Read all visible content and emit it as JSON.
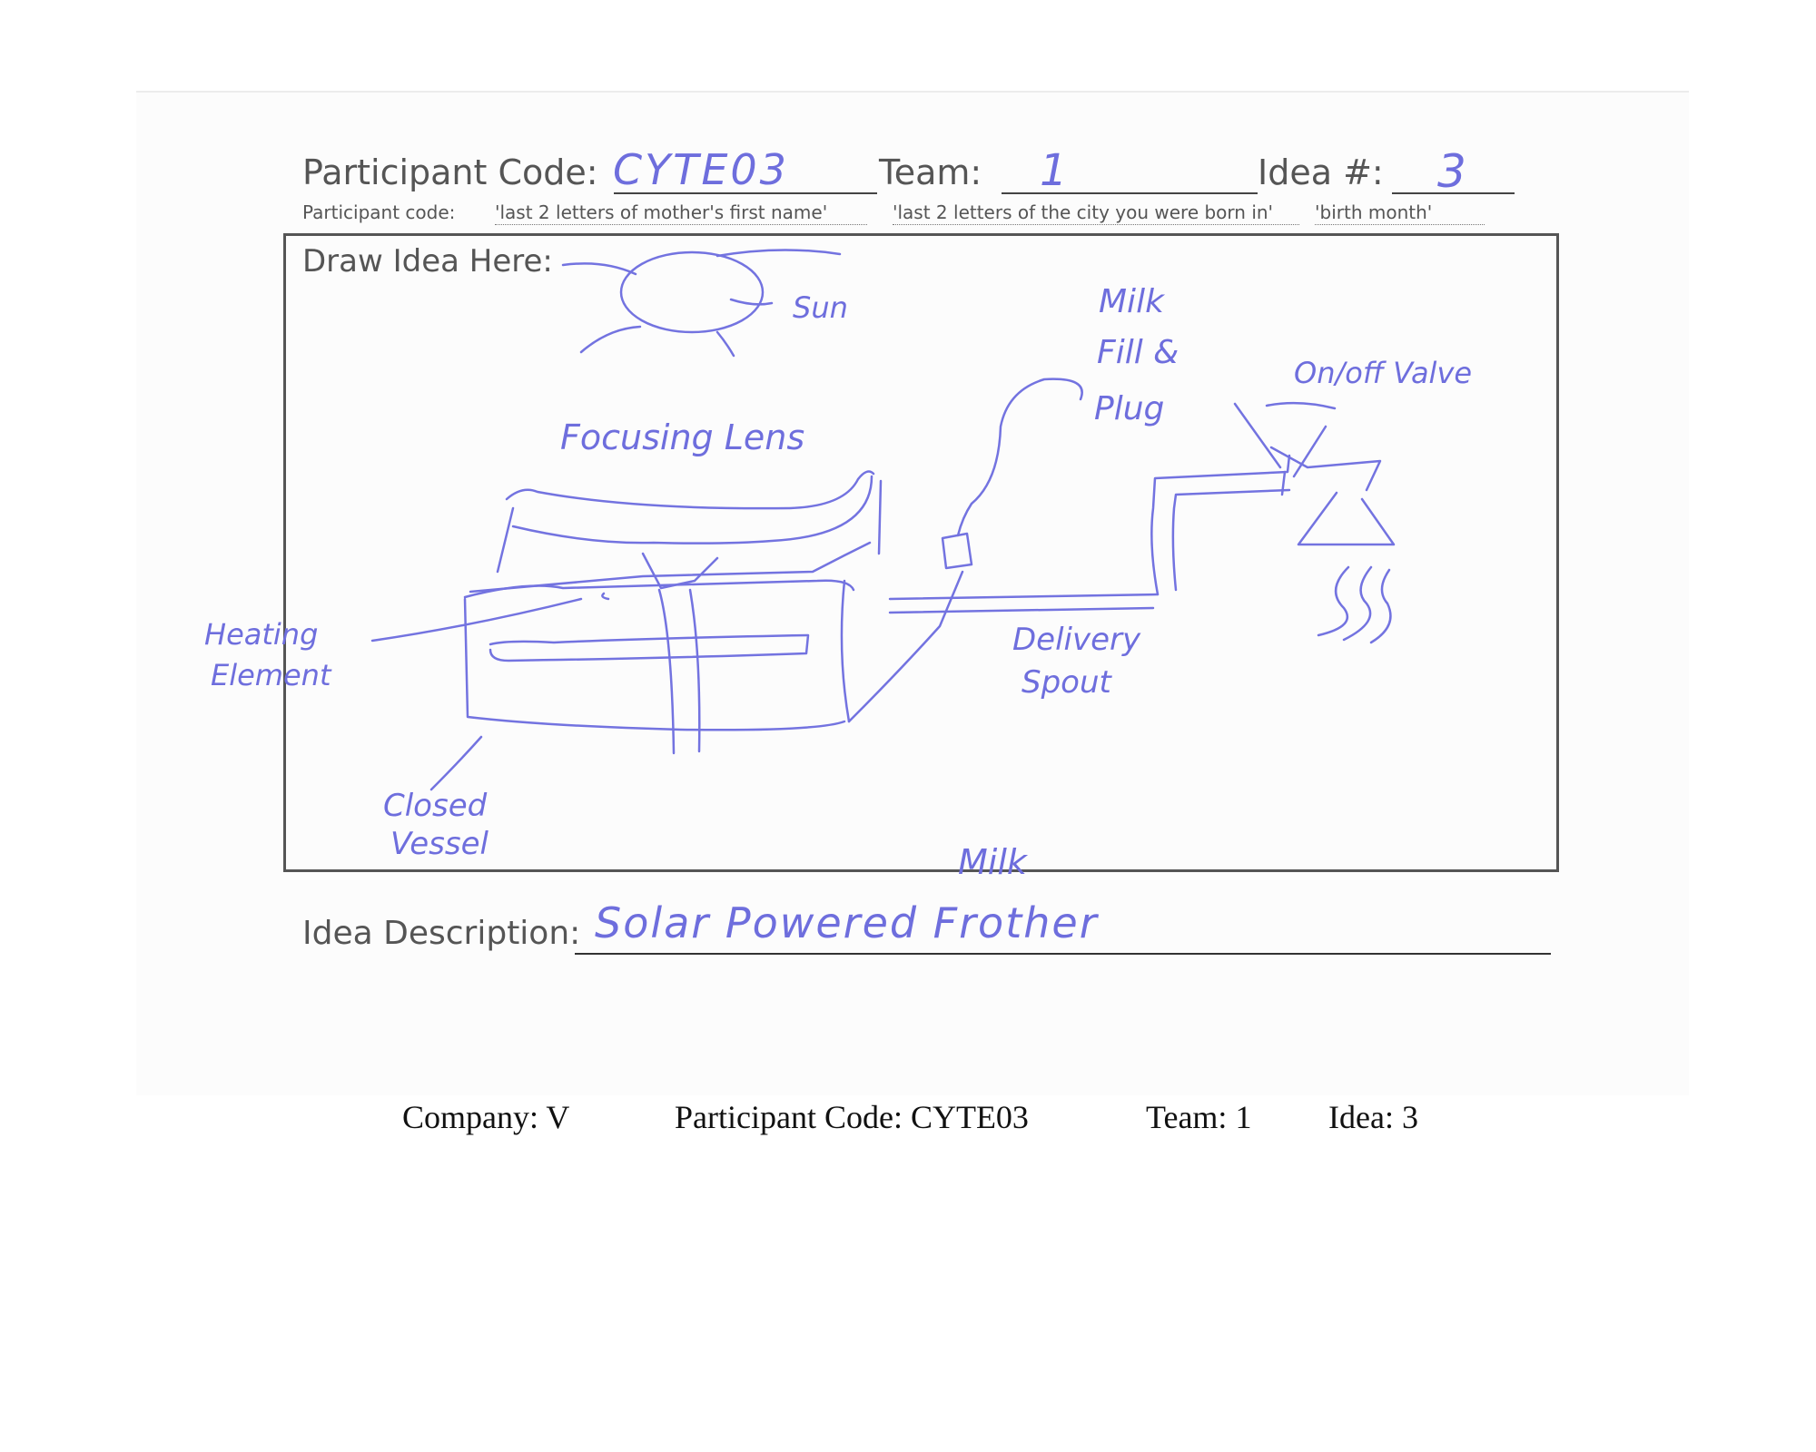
{
  "form": {
    "participant_code_label": "Participant Code:",
    "participant_code_value": "CYTE03",
    "team_label": "Team:",
    "team_value": "1",
    "idea_label": "Idea #:",
    "idea_value": "3",
    "instruction_prefix": "Participant code:",
    "instruction_part1": "'last 2 letters of mother's first name'",
    "instruction_part2": "'last 2 letters of the city you were born in'",
    "instruction_part3": "'birth month'",
    "draw_label": "Draw Idea Here:",
    "description_label": "Idea Description:",
    "description_value": "Solar Powered Frother"
  },
  "sketch_labels": {
    "sun": "Sun",
    "milk_fill_line1": "Milk",
    "milk_fill_line2": "Fill &",
    "milk_fill_line3": "Plug",
    "valve": "On/off Valve",
    "lens": "Focusing Lens",
    "heating_line1": "Heating",
    "heating_line2": "Element",
    "delivery_line1": "Delivery",
    "delivery_line2": "Spout",
    "closed_line1": "Closed",
    "closed_line2": "Vessel",
    "milk": "Milk"
  },
  "footer": {
    "company": "Company: V",
    "participant_code": "Participant Code: CYTE03",
    "team": "Team: 1",
    "idea": "Idea: 3"
  },
  "colors": {
    "ink": "#6e6edd",
    "print": "#555555"
  }
}
